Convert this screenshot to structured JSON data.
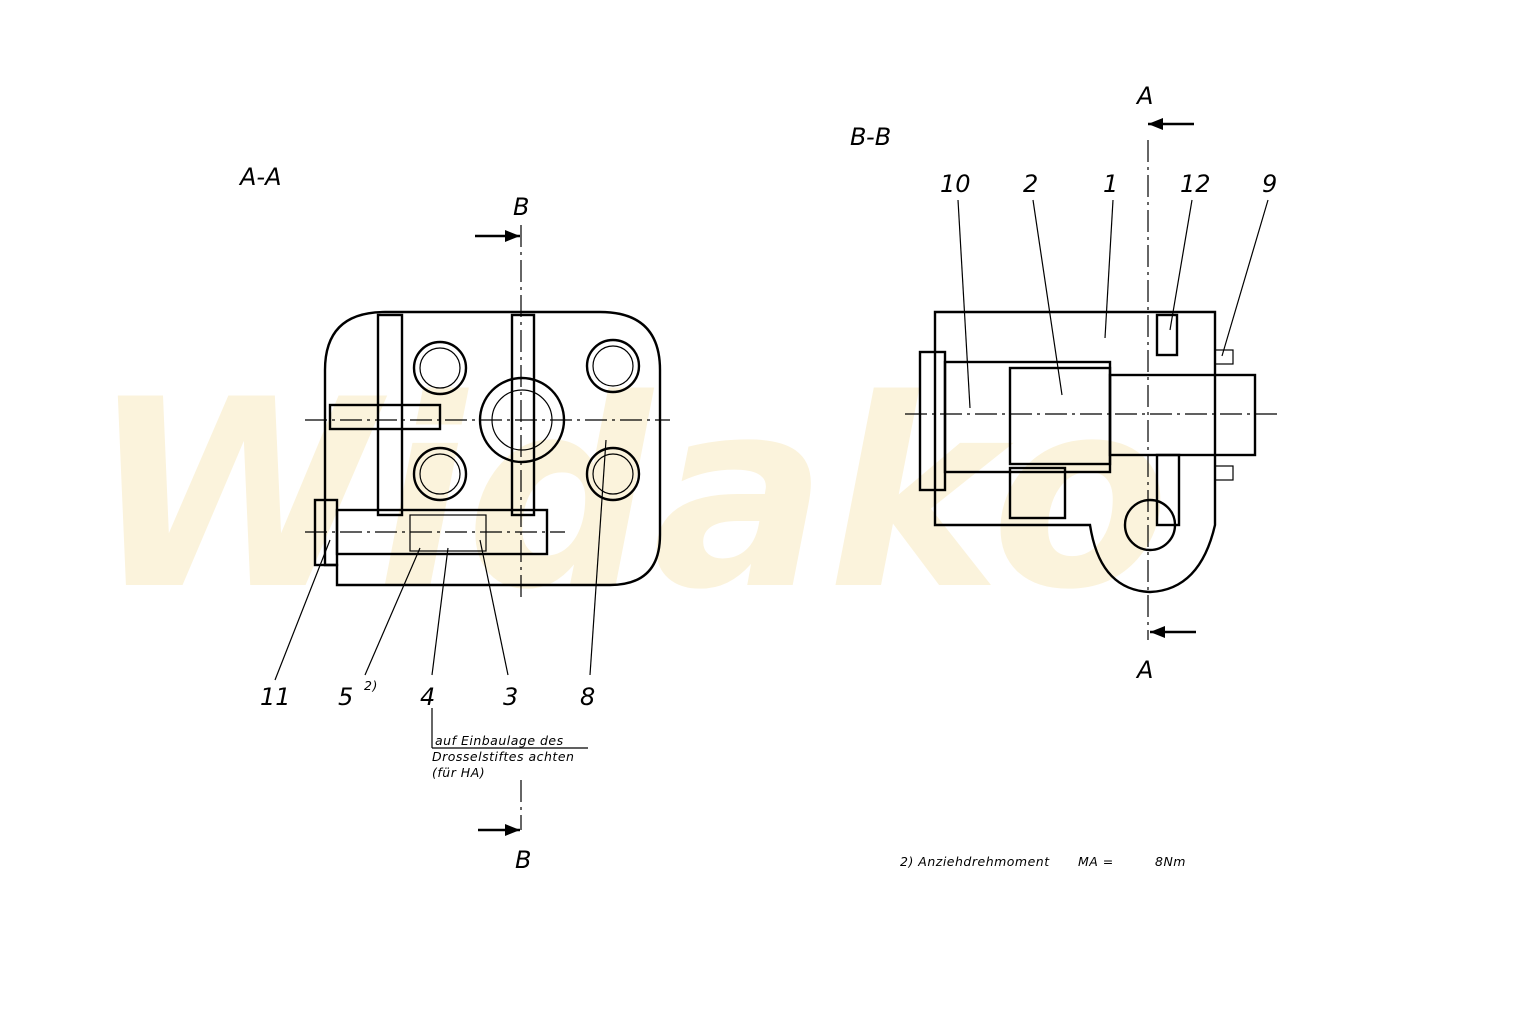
{
  "watermark": "Widako",
  "views": {
    "left": {
      "title": "A-A",
      "cut_top": "B",
      "cut_bottom": "B",
      "callouts": [
        "11",
        "5",
        "4",
        "3",
        "8"
      ],
      "callout_5_superscript": "2)",
      "note_lines": [
        "auf Einbaulage des",
        "Drosselstiftes achten",
        "(für HA)"
      ]
    },
    "right": {
      "title": "B-B",
      "cut_top": "A",
      "cut_bottom": "A",
      "callouts": [
        "10",
        "2",
        "1",
        "12",
        "9"
      ]
    }
  },
  "footnote": {
    "text": "2) Anziehdrehmoment",
    "symbol": "MA =",
    "value": "8Nm"
  }
}
